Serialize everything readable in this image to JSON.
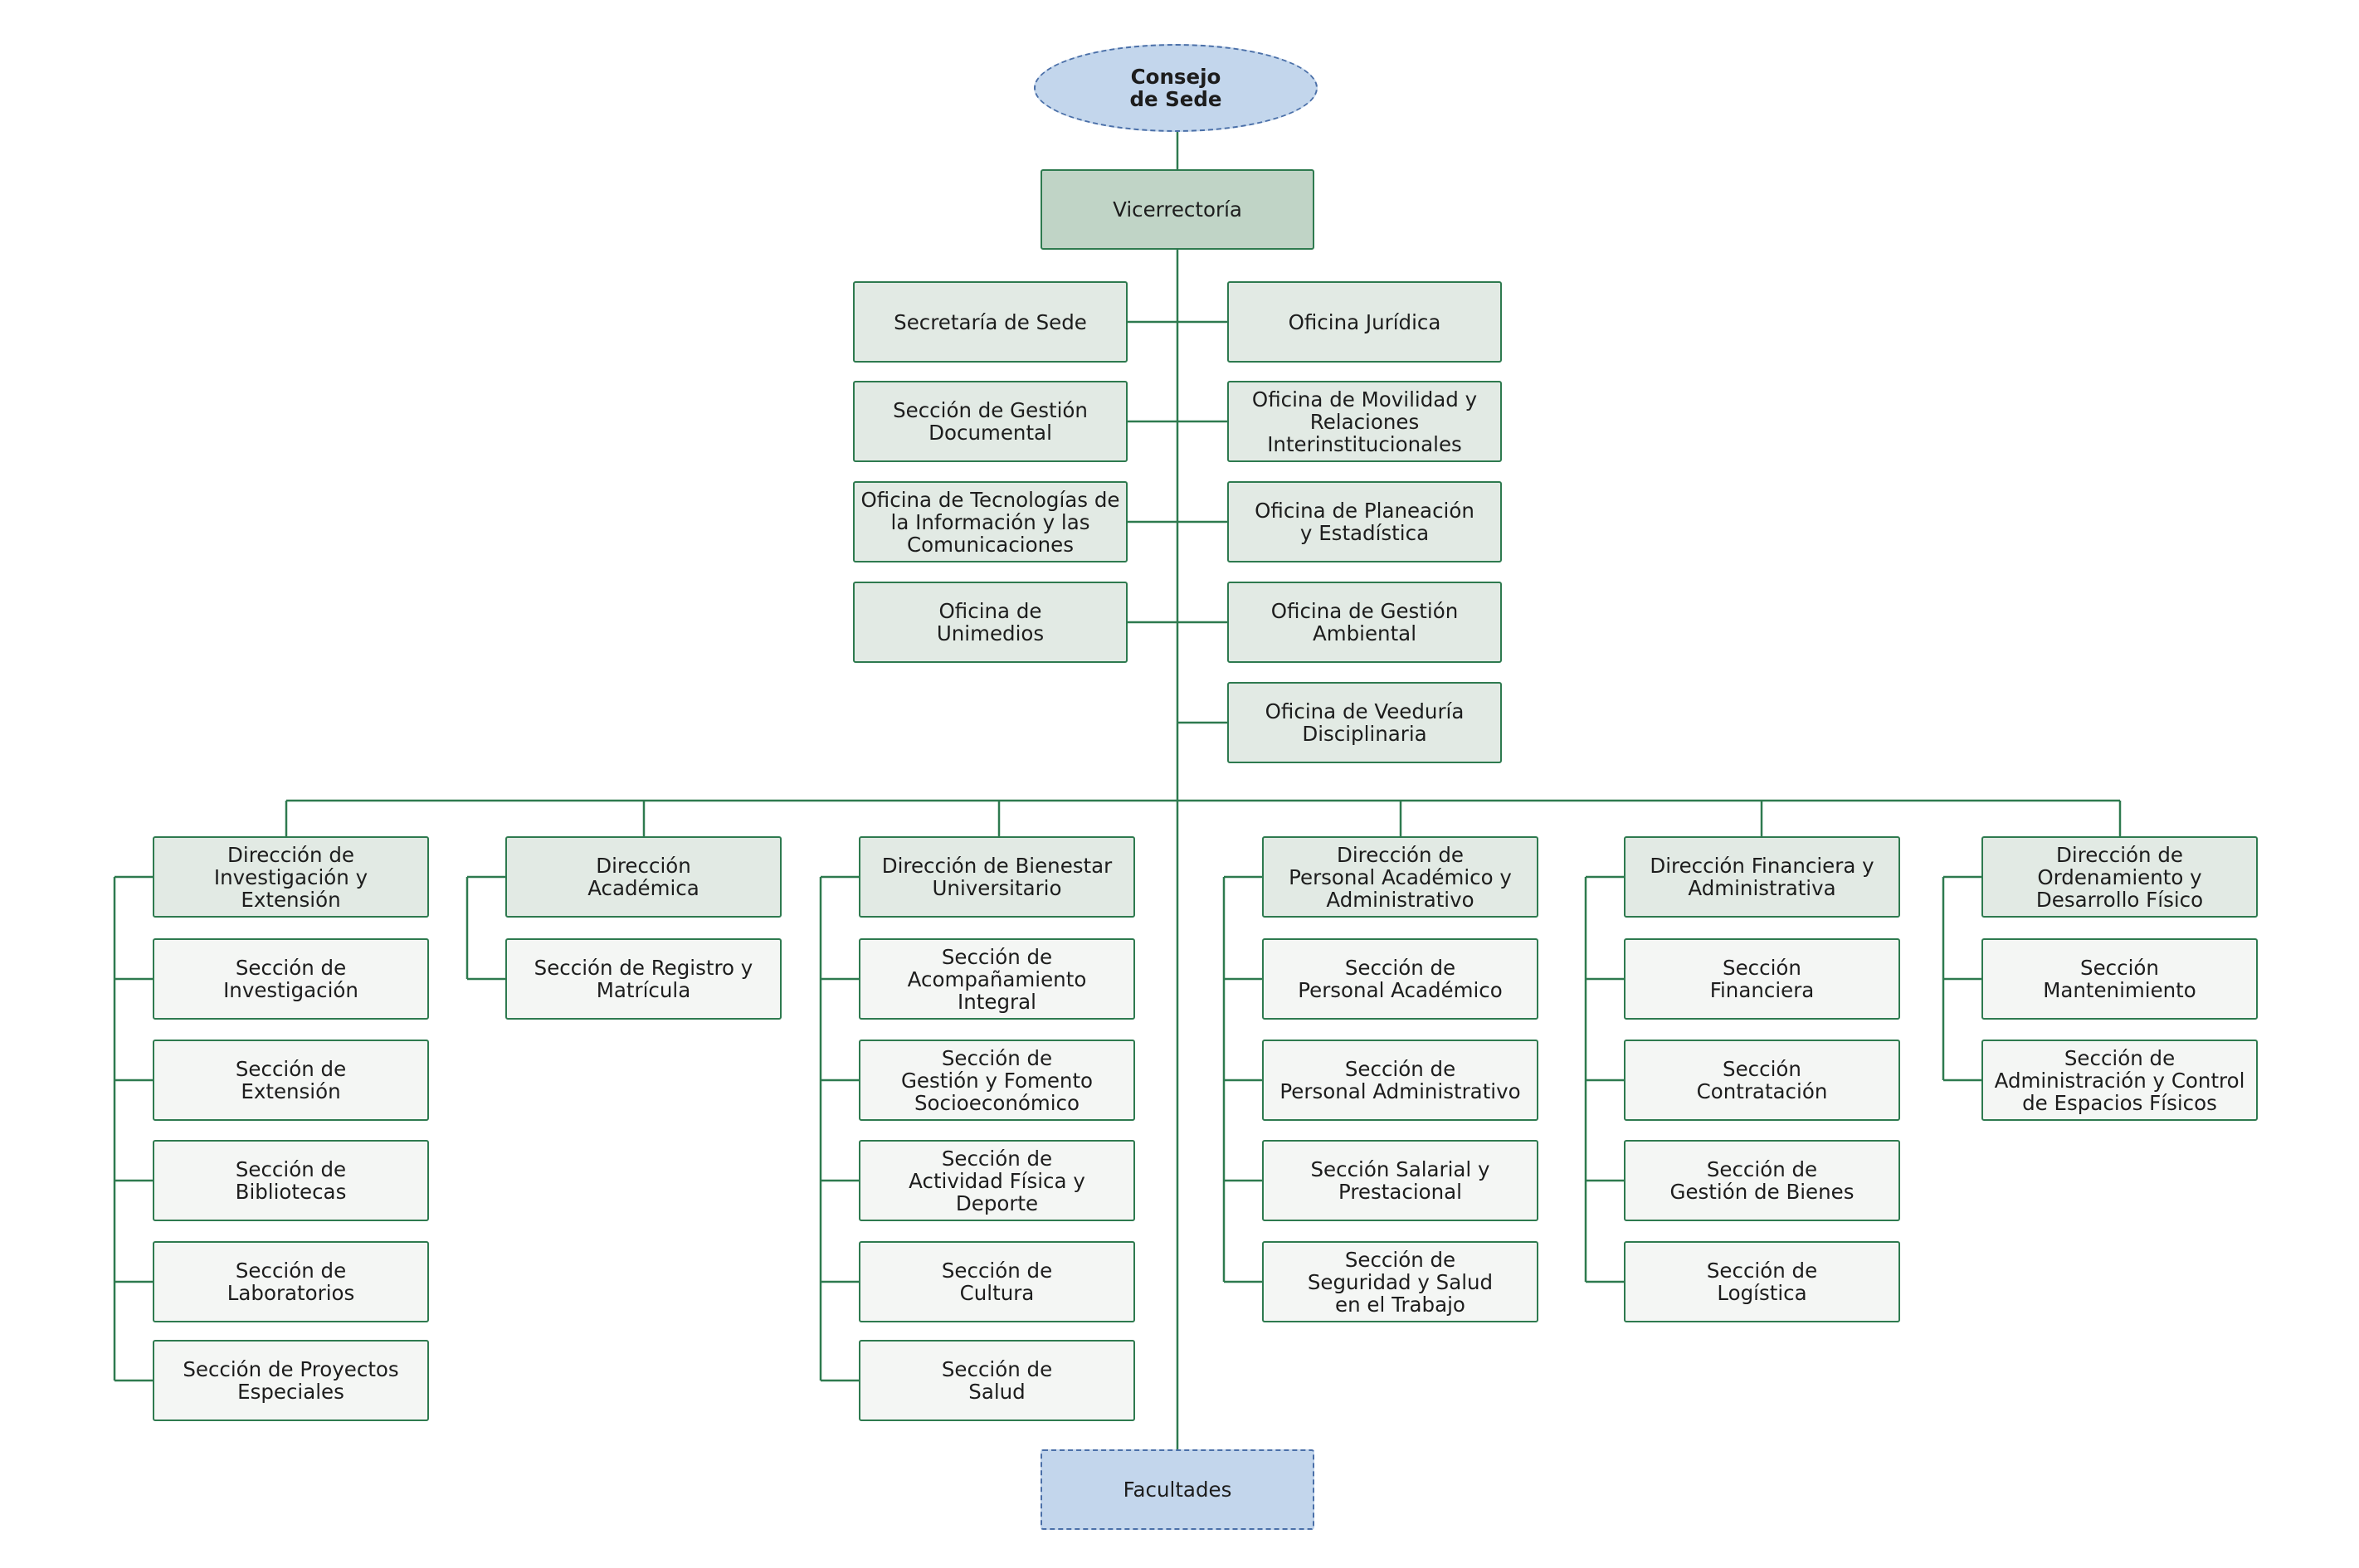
{
  "colors": {
    "line": "#2e7a4f",
    "top_fill": "#c0d4c6",
    "office_fill": "#e2eae4",
    "section_fill": "#f4f6f4",
    "external_fill": "#c3d6ec",
    "external_border": "#4a6fa8"
  },
  "council": {
    "label": "Consejo\nde Sede"
  },
  "vicerrectoria": {
    "label": "Vicerrectoría"
  },
  "facultades": {
    "label": "Facultades"
  },
  "left_offices": [
    {
      "label": "Secretaría de Sede"
    },
    {
      "label": "Sección de Gestión\nDocumental"
    },
    {
      "label": "Oficina de Tecnologías de\nla Información y las\nComunicaciones"
    },
    {
      "label": "Oficina de\nUnimedios"
    }
  ],
  "right_offices": [
    {
      "label": "Oficina Jurídica"
    },
    {
      "label": "Oficina de Movilidad y\nRelaciones\nInterinstitucionales"
    },
    {
      "label": "Oficina de Planeación\ny Estadística"
    },
    {
      "label": "Oficina de Gestión\nAmbiental"
    },
    {
      "label": "Oficina de Veeduría\nDisciplinaria"
    }
  ],
  "directions": [
    {
      "label": "Dirección de\nInvestigación y\nExtensión",
      "sections": [
        {
          "label": "Sección de\nInvestigación"
        },
        {
          "label": "Sección de\nExtensión"
        },
        {
          "label": "Sección de\nBibliotecas"
        },
        {
          "label": "Sección de\nLaboratorios"
        },
        {
          "label": "Sección de Proyectos\nEspeciales"
        }
      ]
    },
    {
      "label": "Dirección\nAcadémica",
      "sections": [
        {
          "label": "Sección de Registro y\nMatrícula"
        }
      ]
    },
    {
      "label": "Dirección de Bienestar\nUniversitario",
      "sections": [
        {
          "label": "Sección de\nAcompañamiento\nIntegral"
        },
        {
          "label": "Sección de\nGestión y Fomento\nSocioeconómico"
        },
        {
          "label": "Sección de\nActividad Física y\nDeporte"
        },
        {
          "label": "Sección de\nCultura"
        },
        {
          "label": "Sección de\nSalud"
        }
      ]
    },
    {
      "label": "Dirección de\nPersonal Académico y\nAdministrativo",
      "sections": [
        {
          "label": "Sección de\nPersonal Académico"
        },
        {
          "label": "Sección de\nPersonal Administrativo"
        },
        {
          "label": "Sección Salarial y\nPrestacional"
        },
        {
          "label": "Sección de\nSeguridad y Salud\nen el Trabajo"
        }
      ]
    },
    {
      "label": "Dirección Financiera y\nAdministrativa",
      "sections": [
        {
          "label": "Sección\nFinanciera"
        },
        {
          "label": "Sección\nContratación"
        },
        {
          "label": "Sección de\nGestión de Bienes"
        },
        {
          "label": "Sección de\nLogística"
        }
      ]
    },
    {
      "label": "Dirección de\nOrdenamiento y\nDesarrollo Físico",
      "sections": [
        {
          "label": "Sección\nMantenimiento"
        },
        {
          "label": "Sección de\nAdministración y Control\nde Espacios Físicos"
        }
      ]
    }
  ]
}
